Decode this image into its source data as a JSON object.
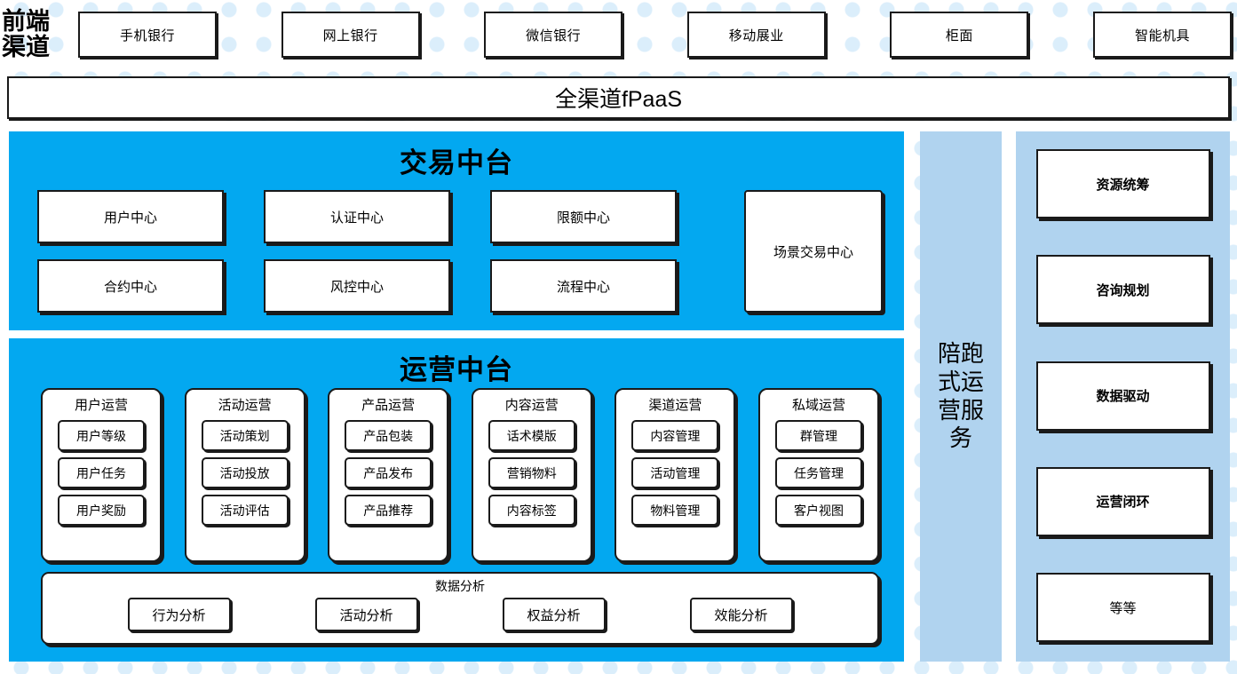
{
  "front_channel": {
    "label_lines": [
      "前端",
      "渠道"
    ],
    "channels": [
      {
        "label": "手机银行"
      },
      {
        "label": "网上银行"
      },
      {
        "label": "微信银行"
      },
      {
        "label": "移动展业"
      },
      {
        "label": "柜面"
      },
      {
        "label": "智能机具"
      }
    ]
  },
  "fpaas": {
    "label": "全渠道fPaaS"
  },
  "trade_center": {
    "title": "交易中台",
    "cards": [
      {
        "label": "用户中心"
      },
      {
        "label": "认证中心"
      },
      {
        "label": "限额中心"
      },
      {
        "label": "合约中心"
      },
      {
        "label": "风控中心"
      },
      {
        "label": "流程中心"
      }
    ],
    "scene_card": {
      "label": "场景交易中心"
    }
  },
  "ops_center": {
    "title": "运营中台",
    "columns": [
      {
        "title": "用户运营",
        "items": [
          {
            "label": "用户等级"
          },
          {
            "label": "用户任务"
          },
          {
            "label": "用户奖励"
          }
        ]
      },
      {
        "title": "活动运营",
        "items": [
          {
            "label": "活动策划"
          },
          {
            "label": "活动投放"
          },
          {
            "label": "活动评估"
          }
        ]
      },
      {
        "title": "产品运营",
        "items": [
          {
            "label": "产品包装"
          },
          {
            "label": "产品发布"
          },
          {
            "label": "产品推荐"
          }
        ]
      },
      {
        "title": "内容运营",
        "items": [
          {
            "label": "话术模版"
          },
          {
            "label": "营销物料"
          },
          {
            "label": "内容标签"
          }
        ]
      },
      {
        "title": "渠道运营",
        "items": [
          {
            "label": "内容管理"
          },
          {
            "label": "活动管理"
          },
          {
            "label": "物料管理"
          }
        ]
      },
      {
        "title": "私域运营",
        "items": [
          {
            "label": "群管理"
          },
          {
            "label": "任务管理"
          },
          {
            "label": "客户视图"
          }
        ]
      }
    ],
    "analysis": {
      "title": "数据分析",
      "items": [
        {
          "label": "行为分析"
        },
        {
          "label": "活动分析"
        },
        {
          "label": "权益分析"
        },
        {
          "label": "效能分析"
        }
      ]
    }
  },
  "service_strip": {
    "text": "陪跑式运营服务"
  },
  "service_panel": {
    "cards": [
      {
        "label": "资源统筹",
        "bold": true
      },
      {
        "label": "咨询规划",
        "bold": true
      },
      {
        "label": "数据驱动",
        "bold": true
      },
      {
        "label": "运营闭环",
        "bold": true
      },
      {
        "label": "等等",
        "bold": false
      }
    ]
  },
  "colors": {
    "cyan_panel": "#03a8f0",
    "light_blue_panel": "#b0d3ef",
    "dot_pattern": "#dbeefb",
    "outline": "#1a1a1a",
    "card_fill": "#ffffff"
  }
}
